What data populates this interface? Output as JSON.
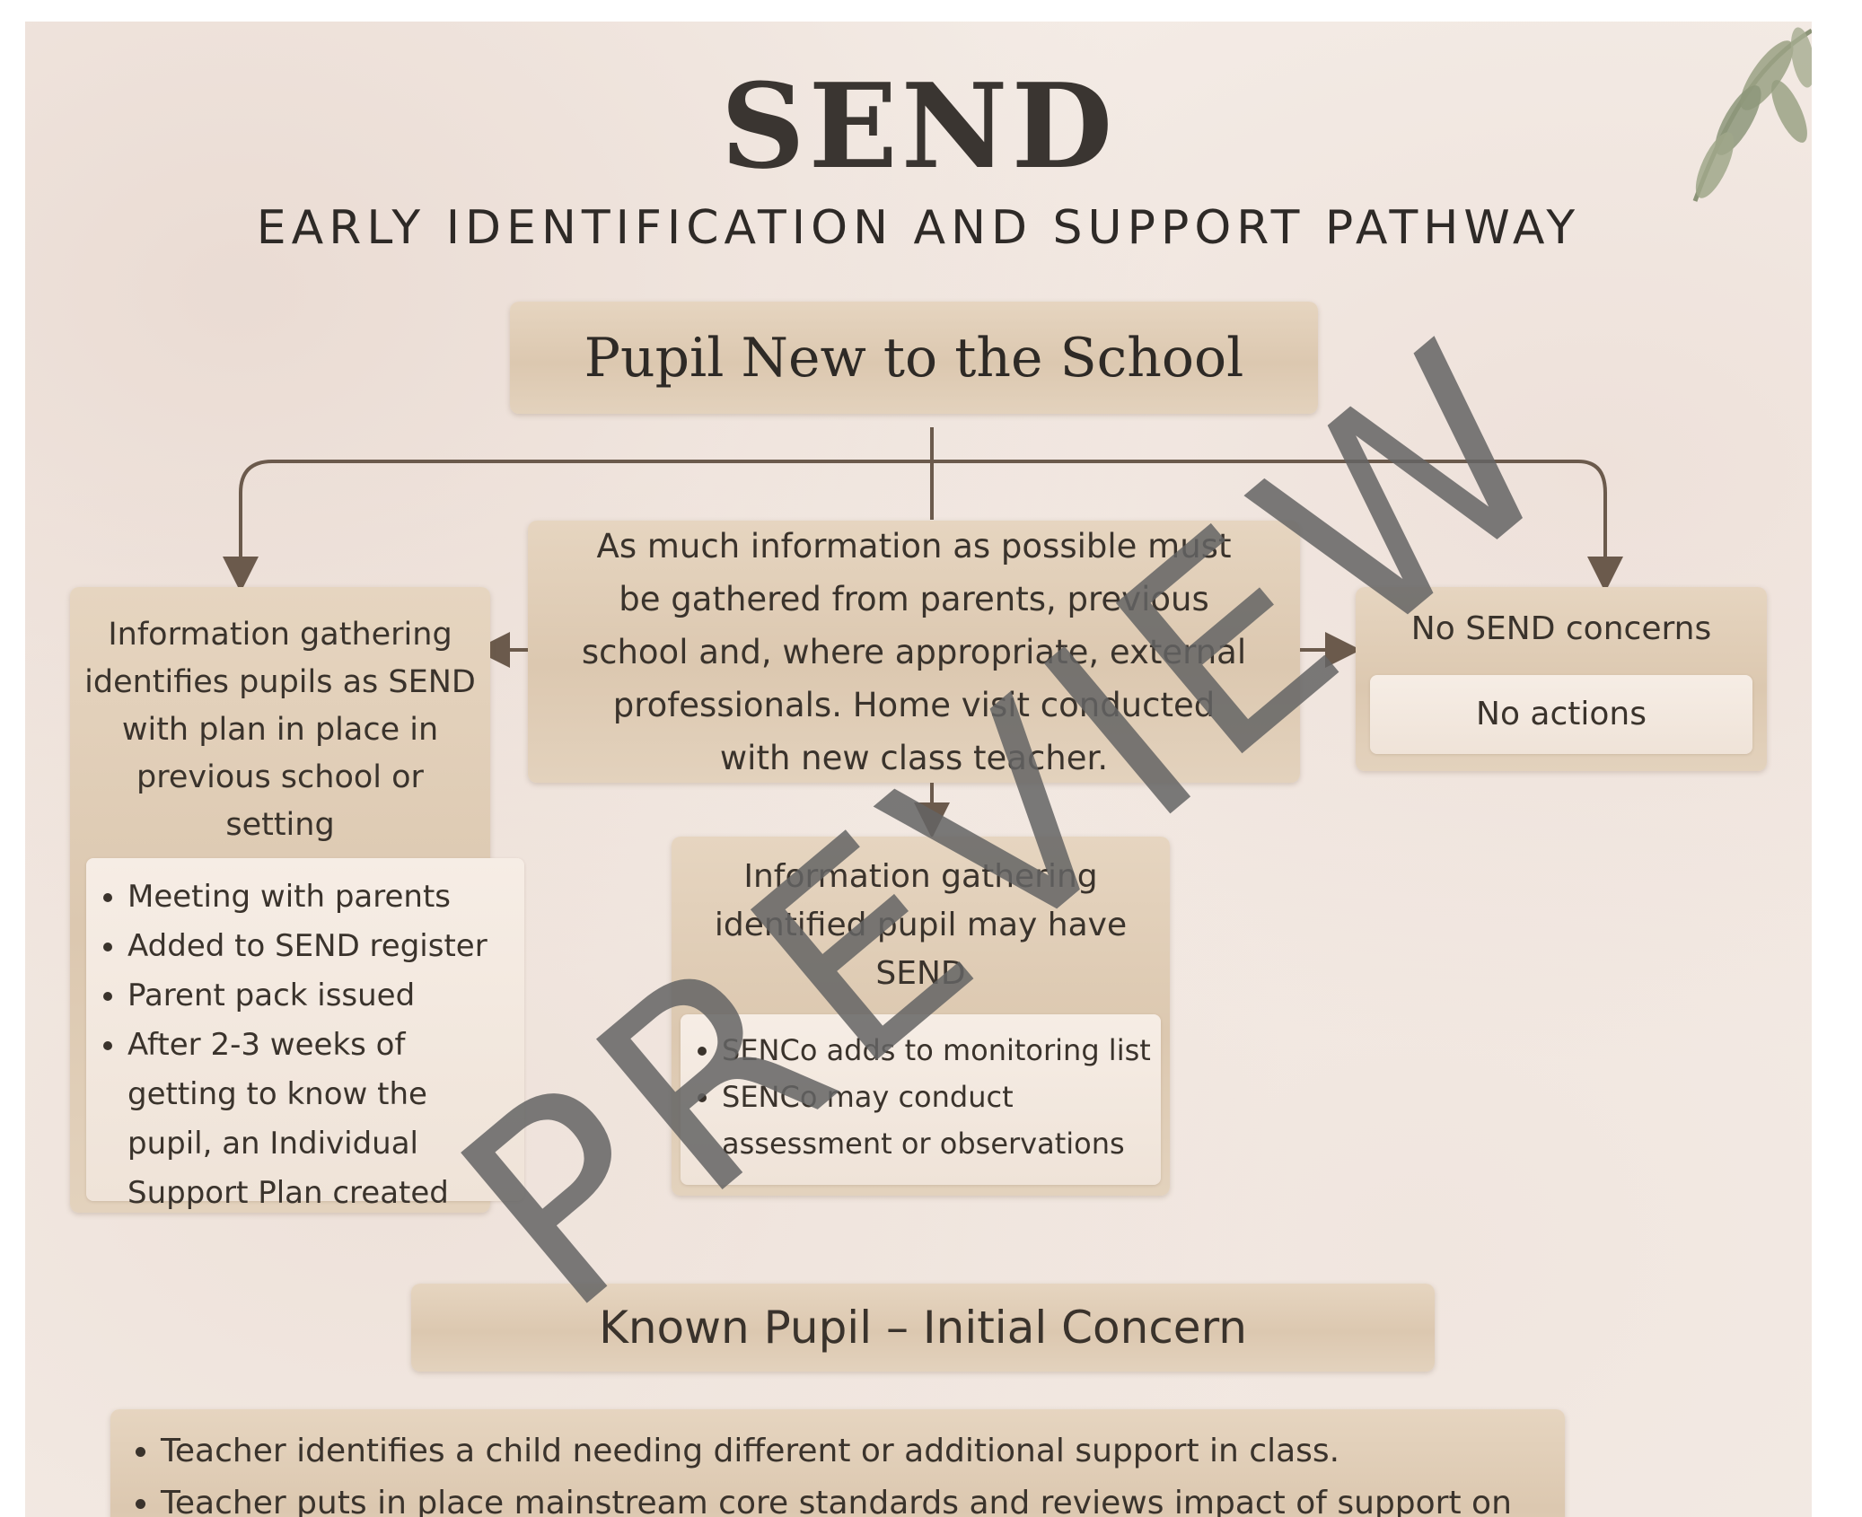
{
  "header": {
    "title": "SEND",
    "subtitle": "EARLY IDENTIFICATION AND SUPPORT PATHWAY"
  },
  "diagram": {
    "start_node": "Pupil New to the School",
    "center_node": "As much information as possible must be gathered from parents, previous school and, where appropriate, external professionals. Home visit conducted with new class teacher.",
    "left_node": {
      "label": "Information gathering identifies pupils as SEND with plan in place in previous school or setting",
      "actions": [
        "Meeting with parents",
        "Added to SEND register",
        "Parent pack issued",
        "After 2-3 weeks of getting to know the pupil, an Individual Support Plan created"
      ]
    },
    "right_node": {
      "label": "No SEND concerns",
      "action": "No actions"
    },
    "middle_node": {
      "label": "Information gathering identified pupil may have SEND",
      "actions": [
        "SENCo adds to monitoring list",
        "SENCo may conduct assessment or observations"
      ]
    },
    "second_section": {
      "heading": "Known Pupil – Initial Concern",
      "items": [
        "Teacher identifies a child needing different or additional support in class.",
        "Teacher puts in place mainstream core standards and reviews impact of support on the"
      ]
    }
  },
  "watermark": "PREVIEW",
  "icons": {
    "leaf": "leaf-decoration-icon"
  },
  "colors": {
    "box_fill": "#dcc8b0",
    "box_light": "#efe3d8",
    "background": "#f4ece6",
    "arrow": "#6b5a4c",
    "watermark": "#646464"
  }
}
